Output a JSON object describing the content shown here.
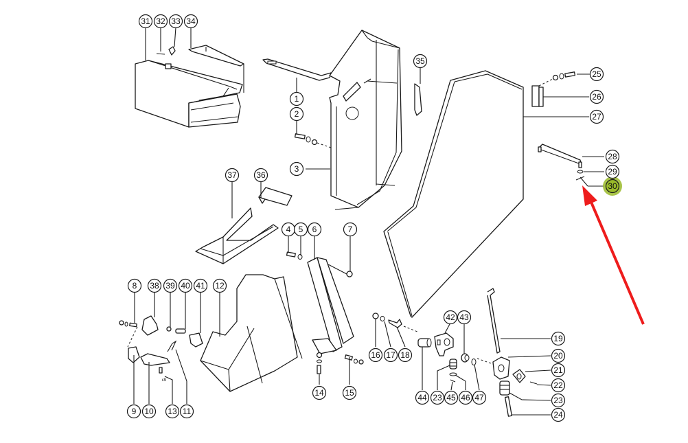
{
  "diagram": {
    "title": "Exploded parts diagram – housing / cover assembly",
    "highlight_color": "#9aba2a",
    "arrow_color": "#ee1c1c",
    "highlighted_part": "30",
    "callouts": [
      {
        "id": "c1",
        "label": "1"
      },
      {
        "id": "c2",
        "label": "2"
      },
      {
        "id": "c3",
        "label": "3"
      },
      {
        "id": "c4",
        "label": "4"
      },
      {
        "id": "c5",
        "label": "5"
      },
      {
        "id": "c6",
        "label": "6"
      },
      {
        "id": "c7",
        "label": "7"
      },
      {
        "id": "c8",
        "label": "8"
      },
      {
        "id": "c9",
        "label": "9"
      },
      {
        "id": "c10",
        "label": "10"
      },
      {
        "id": "c11",
        "label": "11"
      },
      {
        "id": "c12",
        "label": "12"
      },
      {
        "id": "c13",
        "label": "13"
      },
      {
        "id": "c14",
        "label": "14"
      },
      {
        "id": "c15",
        "label": "15"
      },
      {
        "id": "c16",
        "label": "16"
      },
      {
        "id": "c17",
        "label": "17"
      },
      {
        "id": "c18",
        "label": "18"
      },
      {
        "id": "c19",
        "label": "19"
      },
      {
        "id": "c20",
        "label": "20"
      },
      {
        "id": "c21",
        "label": "21"
      },
      {
        "id": "c22",
        "label": "22"
      },
      {
        "id": "c23a",
        "label": "23"
      },
      {
        "id": "c23b",
        "label": "23"
      },
      {
        "id": "c24",
        "label": "24"
      },
      {
        "id": "c25",
        "label": "25"
      },
      {
        "id": "c26",
        "label": "26"
      },
      {
        "id": "c27",
        "label": "27"
      },
      {
        "id": "c28",
        "label": "28"
      },
      {
        "id": "c29",
        "label": "29"
      },
      {
        "id": "c30",
        "label": "30"
      },
      {
        "id": "c31",
        "label": "31"
      },
      {
        "id": "c32",
        "label": "32"
      },
      {
        "id": "c33",
        "label": "33"
      },
      {
        "id": "c34",
        "label": "34"
      },
      {
        "id": "c35",
        "label": "35"
      },
      {
        "id": "c36",
        "label": "36"
      },
      {
        "id": "c37",
        "label": "37"
      },
      {
        "id": "c38",
        "label": "38"
      },
      {
        "id": "c39",
        "label": "39"
      },
      {
        "id": "c40",
        "label": "40"
      },
      {
        "id": "c41",
        "label": "41"
      },
      {
        "id": "c42",
        "label": "42"
      },
      {
        "id": "c43",
        "label": "43"
      },
      {
        "id": "c44",
        "label": "44"
      },
      {
        "id": "c45",
        "label": "45"
      },
      {
        "id": "c46",
        "label": "46"
      },
      {
        "id": "c47",
        "label": "47"
      }
    ]
  }
}
